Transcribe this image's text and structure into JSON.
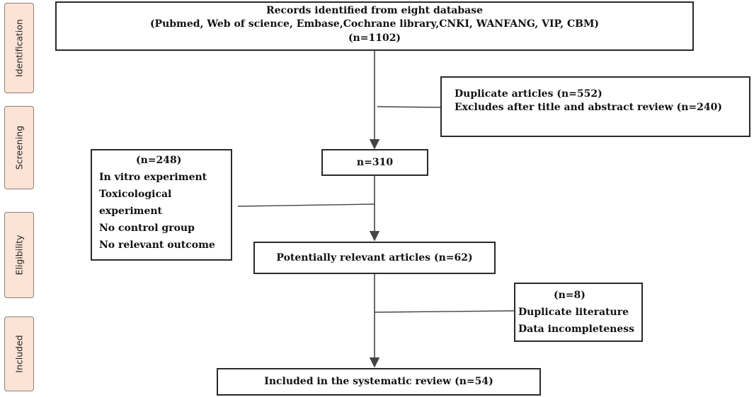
{
  "stages": {
    "identification": "Identification",
    "screening": "Screening",
    "eligibility": "Eligibility",
    "included": "Included"
  },
  "records_box": {
    "line1": "Records identified  from eight database",
    "line2": "(Pubmed, Web of science, Embase,Cochrane library,CNKI, WANFANG, VIP, CBM)",
    "line3": "(n=1102)"
  },
  "exclusion1": {
    "line1": "Duplicate articles (n=552)",
    "line2": "Excludes after title and abstract review (n=240)"
  },
  "screened_box": {
    "label": "n=310"
  },
  "exclusion2": {
    "count": "(n=248)",
    "reasons": [
      "In vitro experiment",
      "Toxicological",
      "experiment",
      "No control group",
      "No relevant outcome"
    ]
  },
  "eligible_box": {
    "label": "Potentially relevant articles (n=62)"
  },
  "exclusion3": {
    "count": "(n=8)",
    "reasons": [
      "Duplicate literature",
      "Data incompleteness"
    ]
  },
  "included_box": {
    "label": "Included in the systematic review (n=54)"
  }
}
